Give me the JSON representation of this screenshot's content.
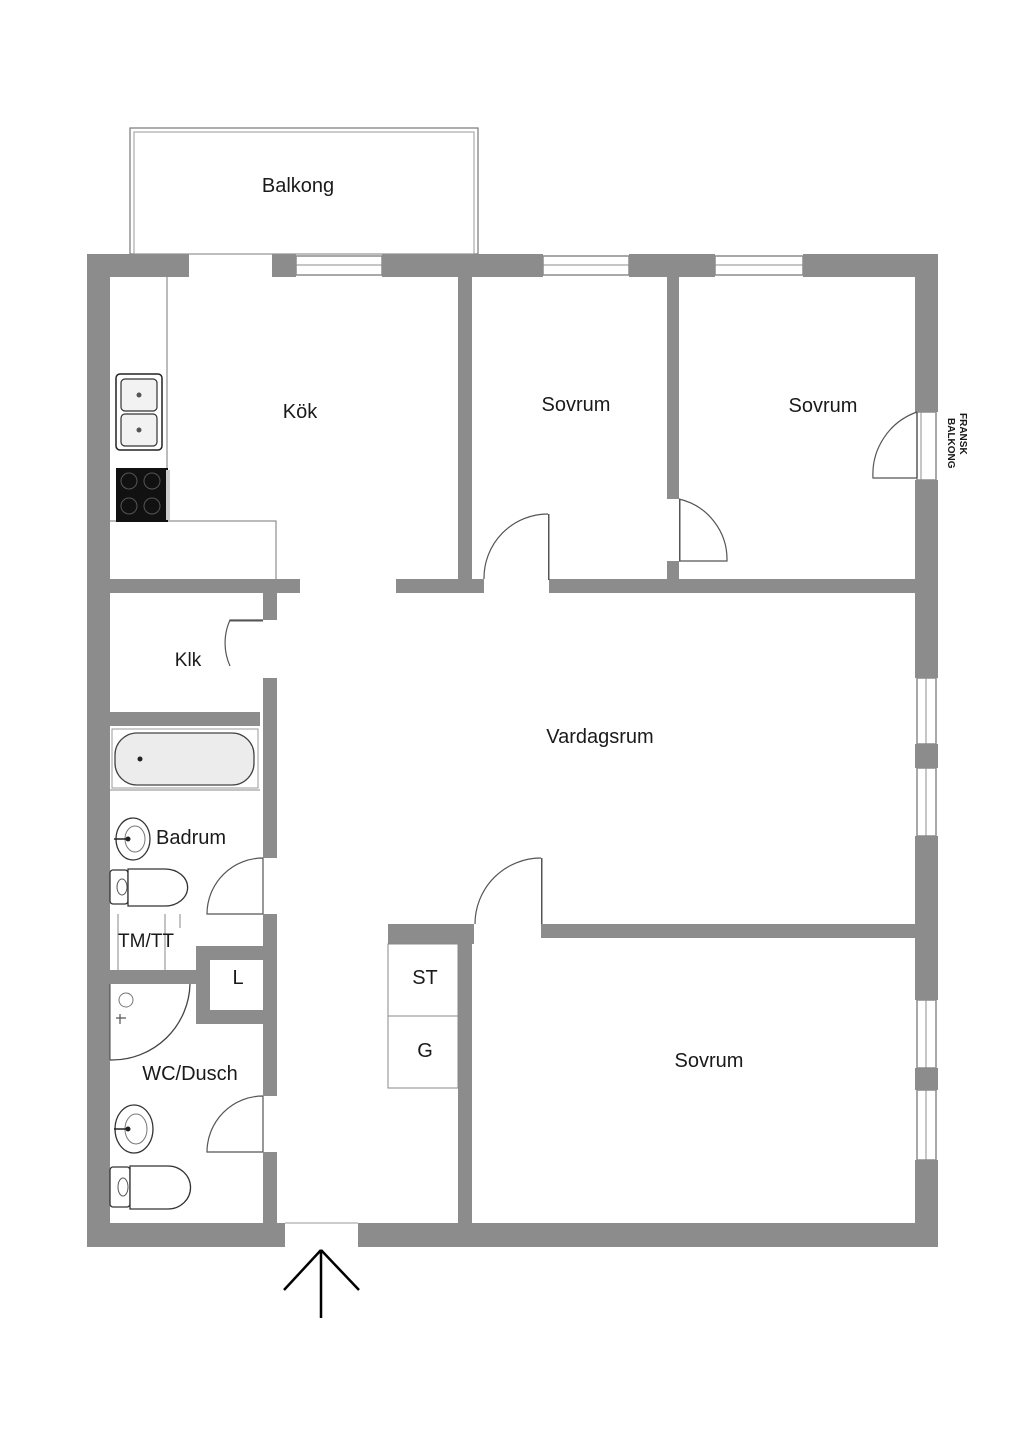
{
  "rooms": {
    "balkong": "Balkong",
    "kok": "Kök",
    "sovrum1": "Sovrum",
    "sovrum2": "Sovrum",
    "fransk_balkong_line1": "FRANSK",
    "fransk_balkong_line2": "BALKONG",
    "klk": "Klk",
    "vardagsrum": "Vardagsrum",
    "badrum": "Badrum",
    "tmtt": "TM/TT",
    "l": "L",
    "st": "ST",
    "g": "G",
    "wc_dusch": "WC/Dusch",
    "sovrum3": "Sovrum"
  },
  "colors": {
    "wall": "#8c8c8c",
    "background": "#ffffff",
    "fixture": "#000000"
  },
  "icons": [
    "sink-icon",
    "stove-icon",
    "bathtub-icon",
    "washbasin-icon",
    "toilet-icon",
    "shower-icon",
    "entrance-arrow-icon"
  ]
}
